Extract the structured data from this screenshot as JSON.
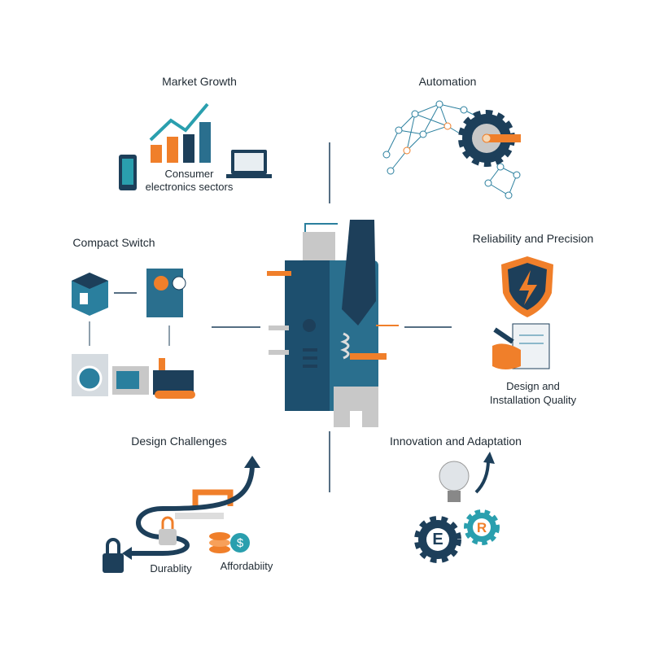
{
  "colors": {
    "navy": "#1d3f5a",
    "teal": "#2a7f9e",
    "orange": "#f07f2a",
    "gray": "#c8c8c8"
  },
  "sections": {
    "market_growth": {
      "title": "Market Growth",
      "caption": "Consumer electronics sectors"
    },
    "automation": {
      "title": "Automation"
    },
    "compact_switch": {
      "title": "Compact Switch"
    },
    "reliability": {
      "title": "Reliability and Precision",
      "caption_line1": "Design and",
      "caption_line2": "Installation Quality"
    },
    "design_challenges": {
      "title": "Design Challenges",
      "label_durability": "Durablity",
      "label_affordability": "Affordabiity"
    },
    "innovation": {
      "title": "Innovation and Adaptation",
      "gear_letter_1": "E",
      "gear_letter_2": "R"
    }
  }
}
